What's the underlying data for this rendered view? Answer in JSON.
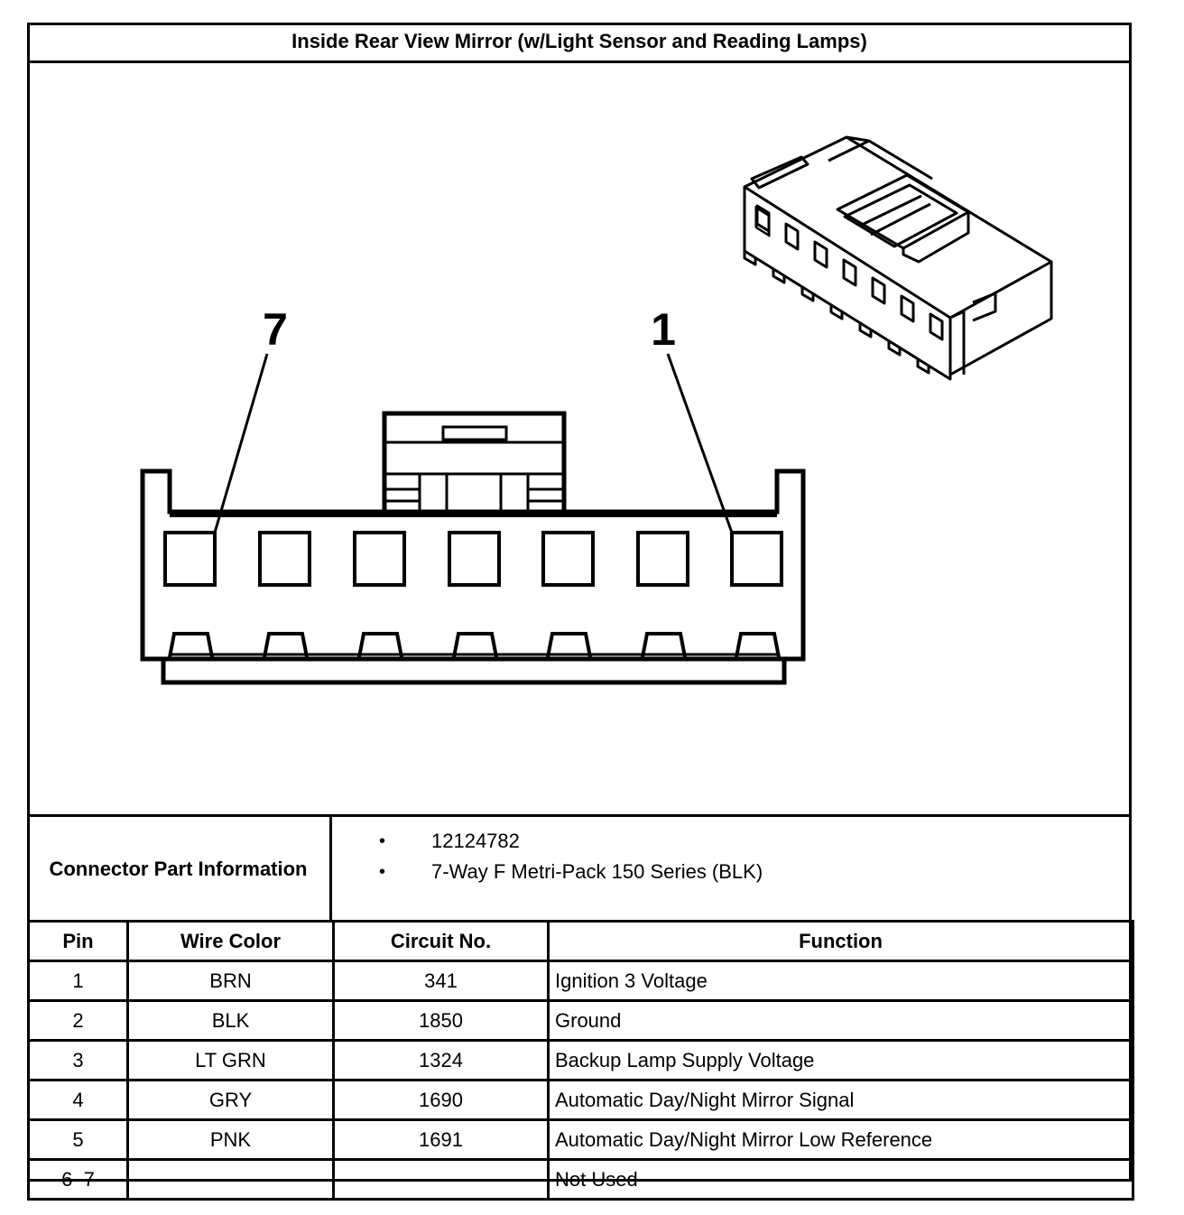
{
  "title": "Inside Rear View Mirror (w/Light Sensor and Reading Lamps)",
  "diagram": {
    "pin_label_left": "7",
    "pin_label_right": "1"
  },
  "connector_part_information": {
    "label": "Connector Part Information",
    "items": [
      "12124782",
      "7-Way F Metri-Pack 150 Series (BLK)"
    ],
    "bullet": "•"
  },
  "pin_table": {
    "headers": [
      "Pin",
      "Wire Color",
      "Circuit No.",
      "Function"
    ],
    "rows": [
      [
        "1",
        "BRN",
        "341",
        "Ignition 3 Voltage"
      ],
      [
        "2",
        "BLK",
        "1850",
        "Ground"
      ],
      [
        "3",
        "LT GRN",
        "1324",
        "Backup Lamp Supply Voltage"
      ],
      [
        "4",
        "GRY",
        "1690",
        "Automatic Day/Night Mirror Signal"
      ],
      [
        "5",
        "PNK",
        "1691",
        "Automatic Day/Night Mirror Low Reference"
      ],
      [
        "6–7",
        "—",
        "—",
        "Not Used"
      ]
    ]
  }
}
